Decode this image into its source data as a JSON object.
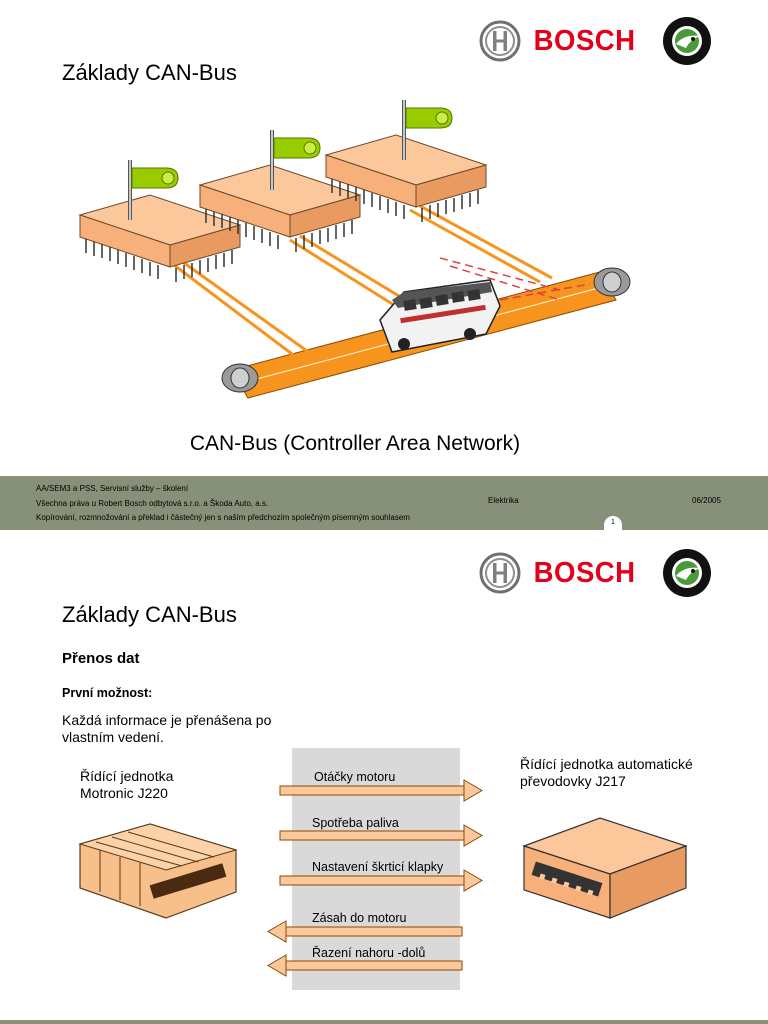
{
  "slides": [
    {
      "title": "Základy CAN-Bus",
      "brand": "BOSCH",
      "caption": "CAN-Bus (Controller Area Network)",
      "footer": {
        "line1": "AA/SEM3  a  PSS, Servisní služby – školení",
        "line2": "Všechna práva u Robert Bosch odbytová s.r.o. a Škoda Auto, a.s.",
        "line3": "Kopírování, rozmnožování a překlad i částečný jen s naším předchozím společným písemným souhlasem",
        "section": "Elektrika",
        "date": "06/2005",
        "page": "1"
      }
    },
    {
      "title": "Základy CAN-Bus",
      "brand": "BOSCH",
      "subheading": "Přenos dat",
      "option_heading": "První možnost:",
      "description": "Každá informace je přenášena po vlastním vedení.",
      "ecu_left": "Řídící jednotka Motronic J220",
      "ecu_right": "Řídící jednotka automatické převodovky J217",
      "messages": [
        {
          "label": "Otáčky motoru",
          "direction": "right"
        },
        {
          "label": "Spotřeba paliva",
          "direction": "right"
        },
        {
          "label": "Nastavení škrticí klapky",
          "direction": "right"
        },
        {
          "label": "Zásah do motoru",
          "direction": "left"
        },
        {
          "label": "Řazení nahoru -dolů",
          "direction": "left"
        }
      ]
    }
  ],
  "colors": {
    "bosch_red": "#e2001a",
    "footer_green": "#879179",
    "chip_fill": "#fcc89b",
    "bus_orange": "#f7941d",
    "flag_green": "#99cc00"
  },
  "icons": [
    "bosch-armature-logo-icon",
    "skoda-logo-icon",
    "chip-icon",
    "flag-icon",
    "bus-vehicle-icon",
    "ecu-box-icon",
    "arrow-right-icon",
    "arrow-left-icon"
  ]
}
